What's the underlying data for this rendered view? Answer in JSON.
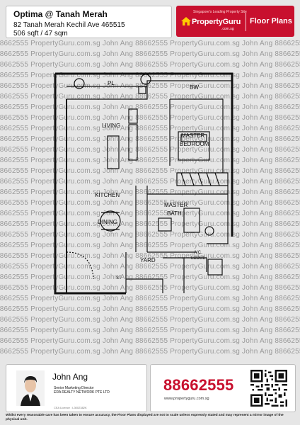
{
  "header": {
    "title": "Optima @ Tanah Merah",
    "address": "82 Tanah Merah Kechil Ave 465515",
    "size": "506 sqft / 47 sqm"
  },
  "brand": {
    "tagline": "Singapore's Leading Property Site",
    "logo_text": "PropertyGuru",
    "logo_suffix": ".com.sg",
    "section_label": "Floor Plans",
    "color": "#c8102e"
  },
  "watermark": {
    "text": "88662555 PropertyGuru.com.sg John Ang 88662555 PropertyGuru.com.sg John Ang 88662555 PropertyGuru.com.sg John Ang 88662555 PropertyGuru.com.sg"
  },
  "floor_plan": {
    "rooms": {
      "planter": "PL",
      "bay_window": "BW",
      "living": "LIVING",
      "master_bedroom": "MASTER BEDROOM",
      "master_bedroom_line1": "MASTER",
      "master_bedroom_line2": "BEDROOM",
      "kitchen": "KITCHEN",
      "dining": "DINING",
      "master_bath_line1": "MASTER",
      "master_bath_line2": "BATH",
      "yard": "YARD",
      "store": "ST",
      "ac_ledge_line1": "A/C",
      "ac_ledge_line2": "LEDGE"
    }
  },
  "agent": {
    "name": "John Ang",
    "role": "Senior Marketing Director",
    "firm": "ERA REALTY NETWORK PTE LTD",
    "cea_license": "CEA Licence : L3002382K"
  },
  "contact": {
    "phone": "88662555",
    "website": "www.propertyguru.com.sg"
  },
  "disclaimer": "Whilst every reasonable care has been taken to ensure accuracy, the Floor Plans displayed are not to scale unless expressly stated and may represent a mirror image of the physical unit."
}
